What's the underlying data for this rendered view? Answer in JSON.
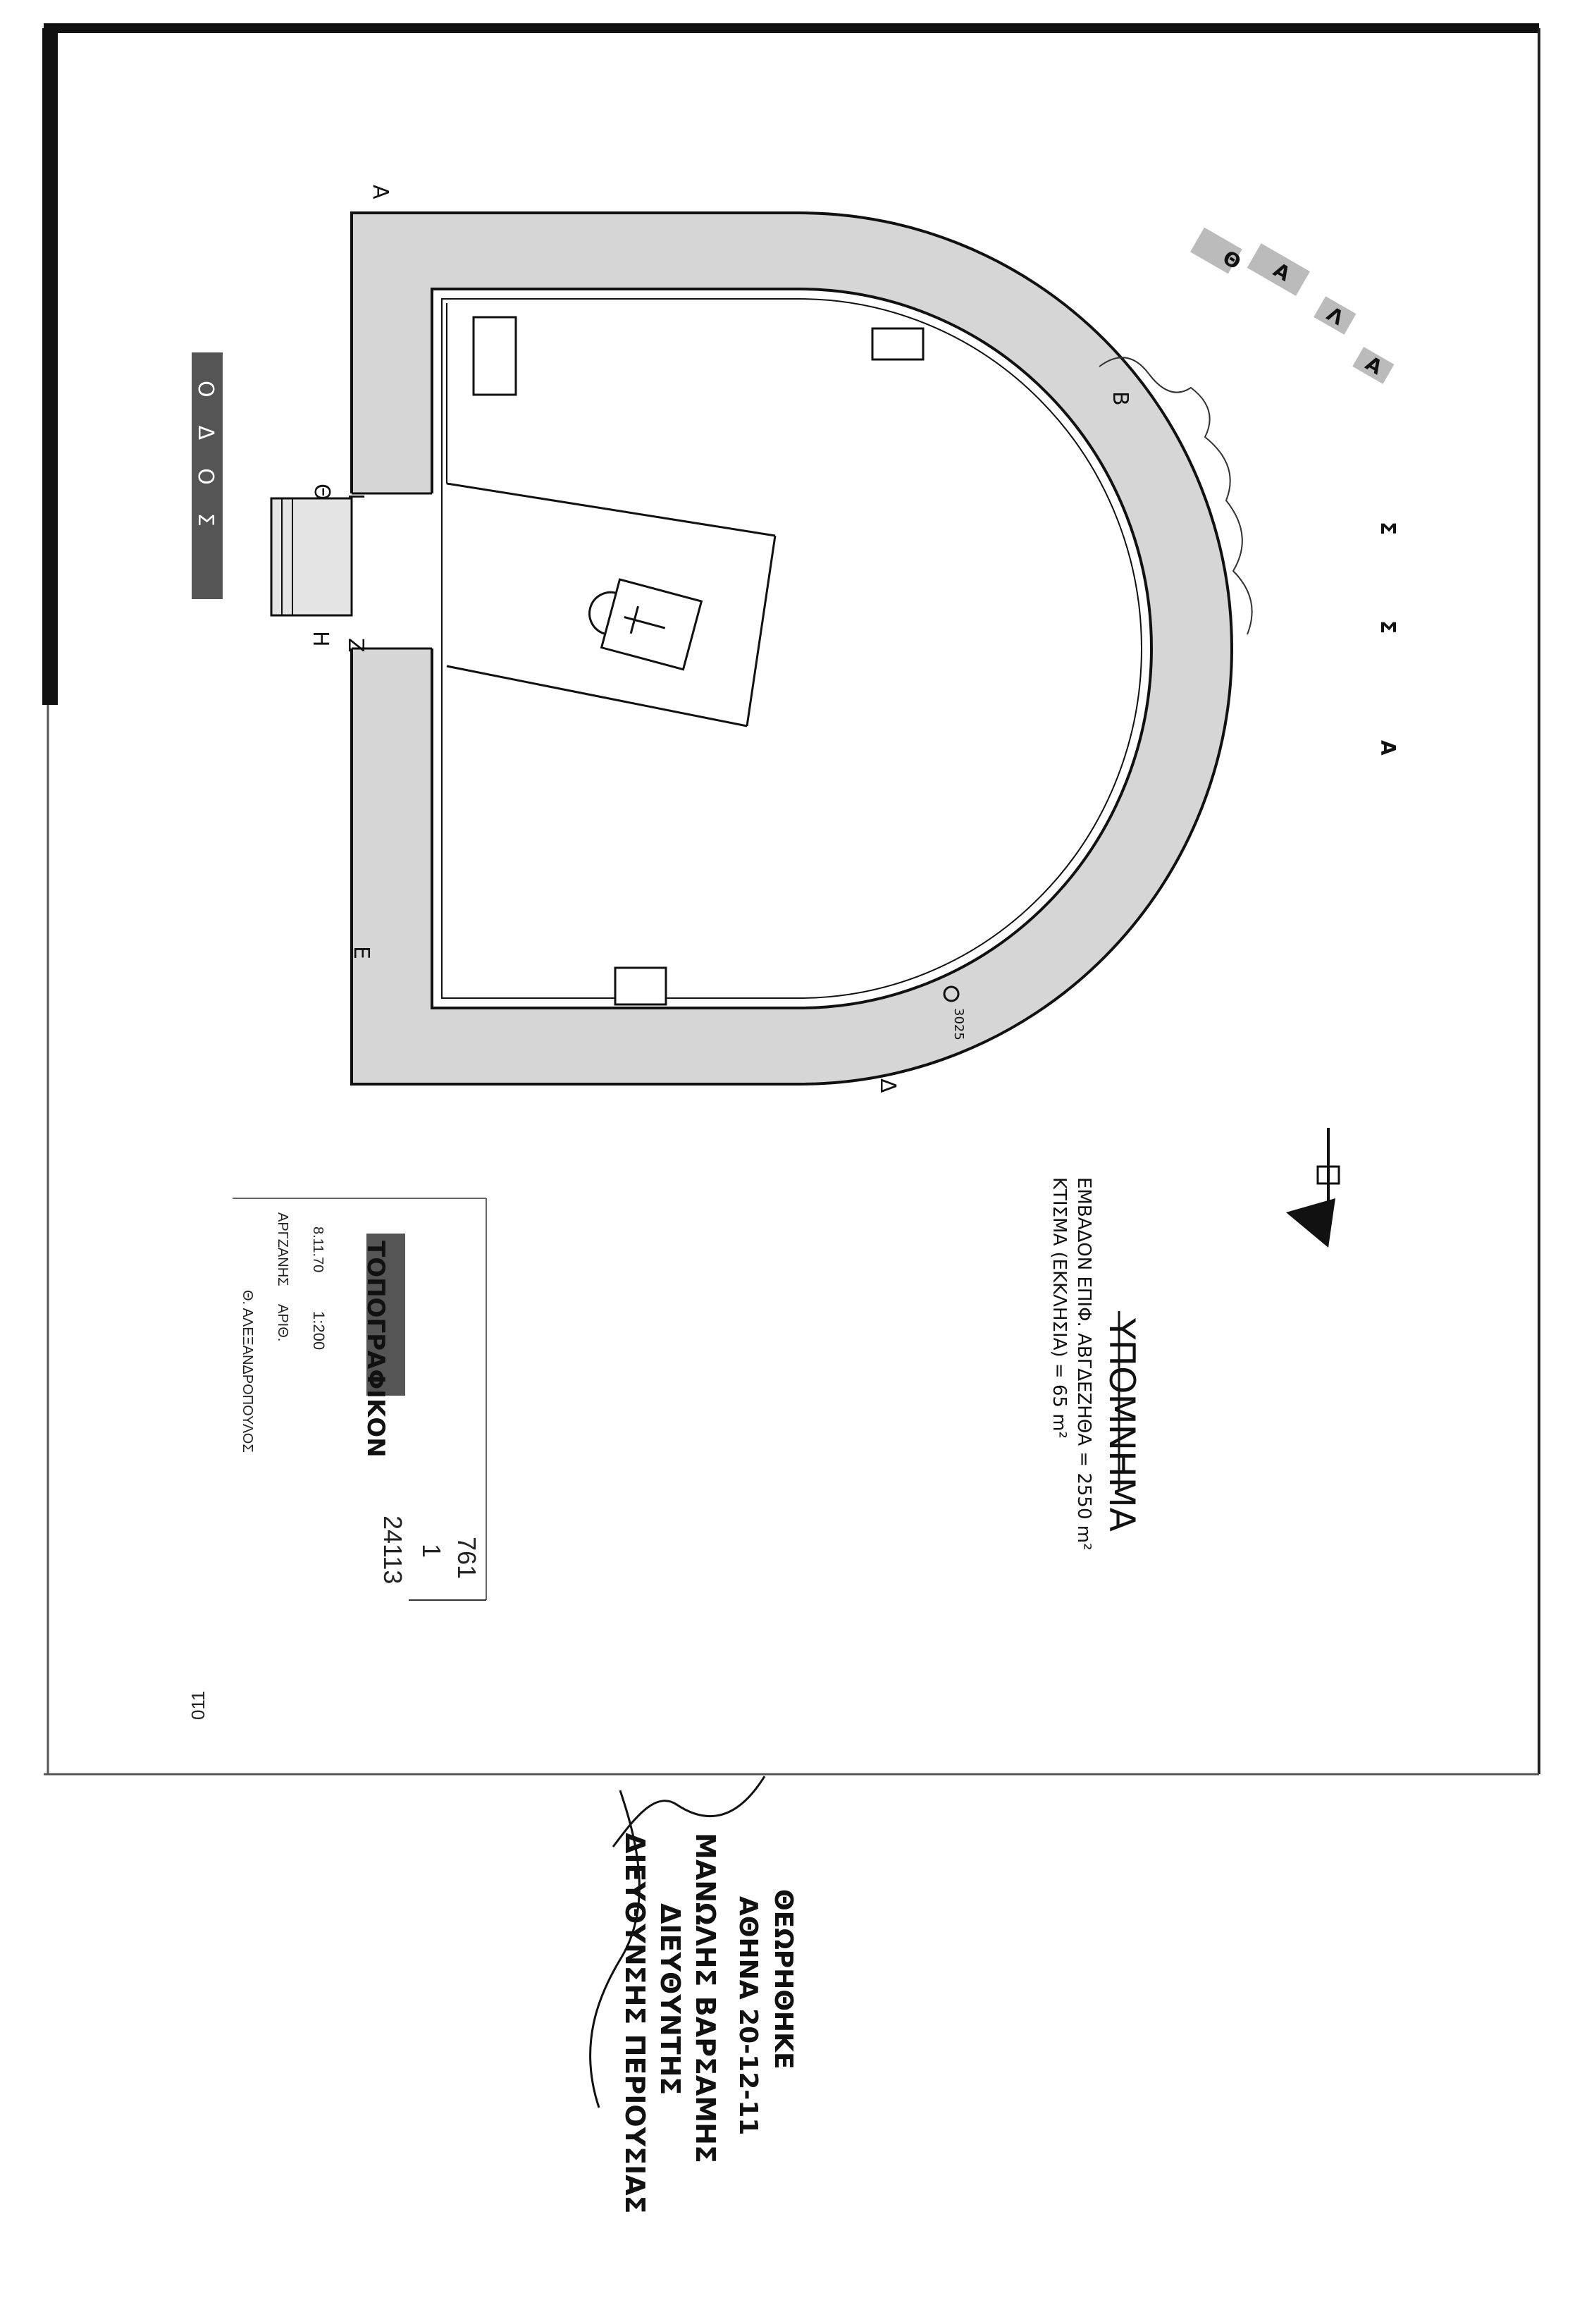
{
  "colors": {
    "ink": "#111111",
    "stipple": "#d6d6d6",
    "paper": "#ffffff"
  },
  "plan": {
    "corner_labels": {
      "a": "Α",
      "b": "Β",
      "d": "Δ",
      "e": "Ε",
      "z": "Ζ",
      "h": "Η",
      "i": "Ι",
      "th": "Θ"
    },
    "point_label": "3025",
    "sea_letters": [
      "Θ",
      "Α",
      "Λ",
      "Α",
      "Σ",
      "Σ",
      "Α"
    ],
    "road_label": "ΟΔΟΣ"
  },
  "legend": {
    "title": "ΥΠΟΜΝΗΜΑ",
    "line1": "ΕΜΒΑΔΟΝ ΕΠΙΦ. ΑΒΓΔΕΖΗΘΑ = 2550 m²",
    "line2": "ΚΤΙΣΜΑ (ΕΚΚΛΗΣΙΑ) = 65 m²"
  },
  "title_block": {
    "heading": "ΤΟΠΟΓΡΑΦΙΚΟΝ",
    "date": "8.11.70",
    "scale": "1:200",
    "drawn_by": "ΑΡΓΖΑΝΗΣ",
    "checked": "ΑΡΙΘ.",
    "surveyor": "Θ. ΑΛΕΞΑΝΔΡΟΠΟΥΛΟΣ",
    "ref_top": "761",
    "ref_mid": "1",
    "ref_bottom": "24113",
    "page_code": "011"
  },
  "endorsement": {
    "approved": "ΘΕΩΡΗΘΗΚΕ",
    "place_date": "ΑΘΗΝΑ 20-12-11",
    "name": "ΜΑΝΩΛΗΣ ΒΑΡΣΑΜΗΣ",
    "role": "ΔΙΕΥΘΥΝΤΗΣ",
    "department": "ΔΙΕΥΘΥΝΣΗΣ ΠΕΡΙΟΥΣΙΑΣ"
  }
}
